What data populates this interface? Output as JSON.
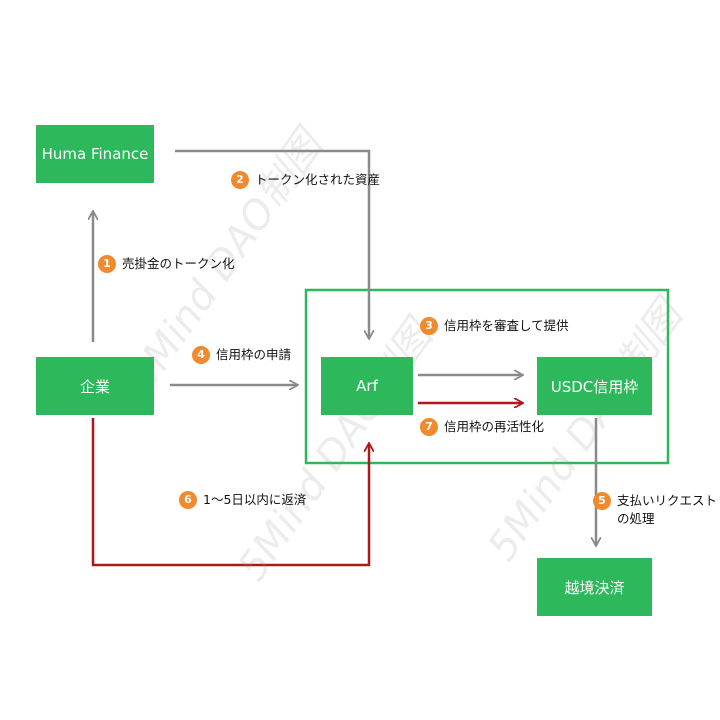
{
  "colors": {
    "node": "#2eb85c",
    "frame": "#2eb85c",
    "arrow_gray": "#8a8a8a",
    "arrow_red": "#b01818",
    "badge": "#f08a2c"
  },
  "nodes": {
    "huma": "Huma Finance",
    "kigyo": "企業",
    "arf": "Arf",
    "usdc": "USDC信用枠",
    "ekkyo": "越境決済"
  },
  "steps": [
    {
      "num": "1",
      "text": "売掛金のトークン化"
    },
    {
      "num": "2",
      "text": "トークン化された資産"
    },
    {
      "num": "3",
      "text": "信用枠を審査して提供"
    },
    {
      "num": "4",
      "text": "信用枠の申請"
    },
    {
      "num": "5",
      "text": "支払いリクエスト\nの処理"
    },
    {
      "num": "6",
      "text": "1～5日以内に返済"
    },
    {
      "num": "7",
      "text": "信用枠の再活性化"
    }
  ],
  "watermark": "5Mind DAO制图"
}
